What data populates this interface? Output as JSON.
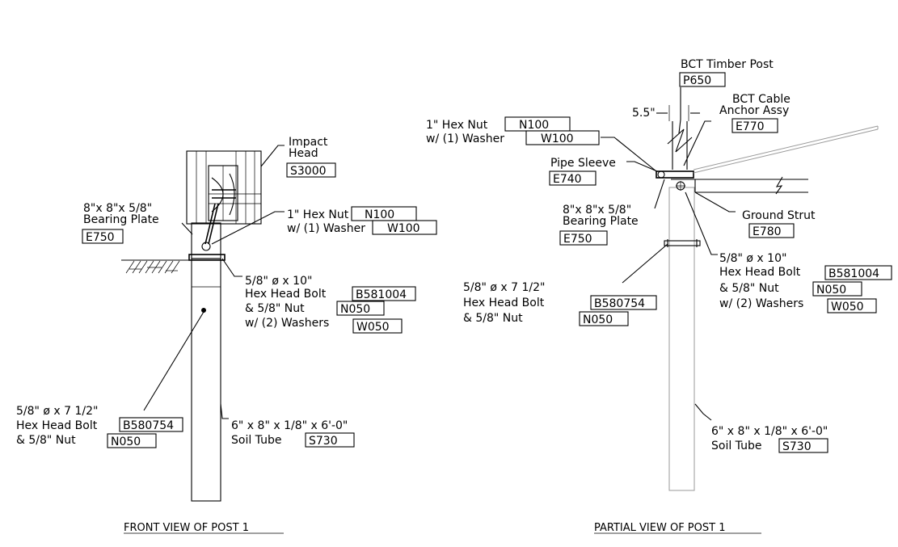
{
  "front_view": {
    "title": "FRONT VIEW OF POST 1",
    "impact_head": {
      "line1": "Impact",
      "line2": "Head",
      "code": "S3000"
    },
    "bearing_plate": {
      "line1": "8\"x 8\"x 5/8\"",
      "line2": "Bearing Plate",
      "code": "E750"
    },
    "hex_nut": {
      "line1": "1\" Hex Nut",
      "code1": "N100",
      "line2": "w/ (1) Washer",
      "code2": "W100"
    },
    "bolt_10": {
      "line1": "5/8\" ø x 10\"",
      "line2": "Hex Head Bolt",
      "code2": "B581004",
      "line3": "& 5/8\" Nut",
      "code3": "N050",
      "line4": "w/ (2) Washers",
      "code4": "W050"
    },
    "bolt_7": {
      "line1": "5/8\" ø x 7 1/2\"",
      "line2": "Hex Head Bolt",
      "code2": "B580754",
      "line3": "& 5/8\" Nut",
      "code3": "N050"
    },
    "soil_tube": {
      "line1": "6\" x 8\" x 1/8\" x 6'-0\"",
      "line2": "Soil Tube",
      "code": "S730"
    }
  },
  "partial_view": {
    "title": "PARTIAL VIEW OF POST 1",
    "timber_post": {
      "line1": "BCT Timber Post",
      "code": "P650"
    },
    "dimension": "5.5\"",
    "cable_anchor": {
      "line1": "BCT Cable",
      "line2": "Anchor Assy",
      "code": "E770"
    },
    "hex_nut": {
      "line1": "1\" Hex Nut",
      "code1": "N100",
      "line2": "w/ (1) Washer",
      "code2": "W100"
    },
    "pipe_sleeve": {
      "line1": "Pipe Sleeve",
      "code": "E740"
    },
    "bearing_plate": {
      "line1": "8\"x 8\"x 5/8\"",
      "line2": "Bearing Plate",
      "code": "E750"
    },
    "ground_strut": {
      "line1": "Ground Strut",
      "code": "E780"
    },
    "bolt_10": {
      "line1": "5/8\" ø x 10\"",
      "line2": "Hex Head Bolt",
      "code2": "B581004",
      "line3": "& 5/8\" Nut",
      "code3": "N050",
      "line4": "w/ (2) Washers",
      "code4": "W050"
    },
    "bolt_7": {
      "line1": "5/8\" ø x 7 1/2\"",
      "line2": "Hex Head Bolt",
      "code2": "B580754",
      "line3": "& 5/8\" Nut",
      "code3": "N050"
    },
    "soil_tube": {
      "line1": "6\" x 8\" x 1/8\" x 6'-0\"",
      "line2": "Soil Tube",
      "code": "S730"
    }
  }
}
